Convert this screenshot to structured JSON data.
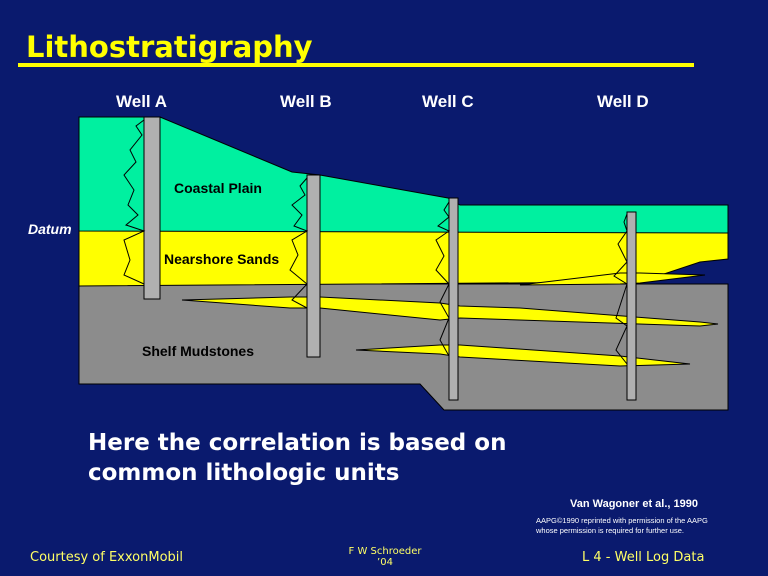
{
  "title": "Lithostratigraphy",
  "wells": [
    "Well A",
    "Well B",
    "Well C",
    "Well D"
  ],
  "datum_label": "Datum",
  "units": {
    "coastal_plain": "Coastal Plain",
    "nearshore_sands": "Nearshore Sands",
    "shelf_mudstones": "Shelf Mudstones"
  },
  "colors": {
    "background": "#0a1a6e",
    "coastal_plain": "#00f0a0",
    "nearshore_sands": "#ffff00",
    "shelf_mudstones": "#8c8c8c",
    "title": "#ffff00"
  },
  "caption": {
    "line1": "Here the correlation is based on",
    "line2": "common lithologic units"
  },
  "citation": "Van Wagoner et al., 1990",
  "permission": {
    "line1": "AAPG©1990 reprinted with permission of the AAPG",
    "line2": "whose permission is required for further use."
  },
  "footer": {
    "left": "Courtesy of ExxonMobil",
    "middle_line1": "F W Schroeder",
    "middle_line2": "’04",
    "right": "L 4 -  Well Log Data"
  }
}
